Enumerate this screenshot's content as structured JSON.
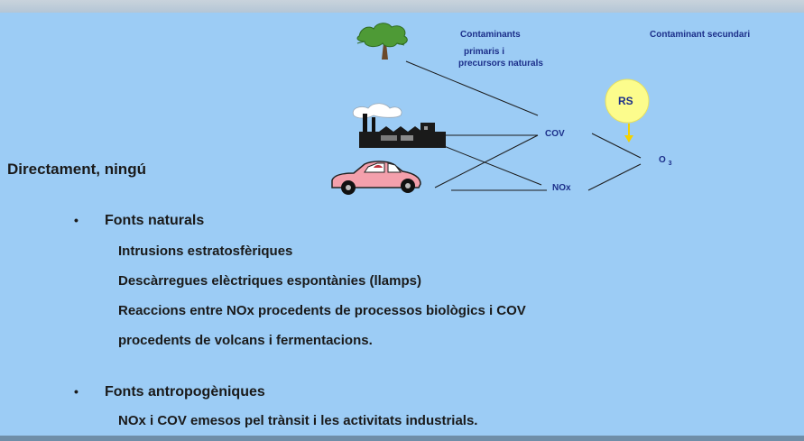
{
  "diagram": {
    "labels": {
      "primary_l1": "Contaminants",
      "primary_l2": "primaris i",
      "primary_l3": "precursors naturals",
      "secondary": "Contaminant secundari",
      "rs": "RS",
      "cov": "COV",
      "nox": "NOx",
      "o3": "O",
      "o3_sub": "3"
    },
    "icons": [
      "tree-icon",
      "factory-icon",
      "car-icon",
      "sun-icon",
      "arrow-down-icon"
    ],
    "colors": {
      "label": "#1c2f8a",
      "sun": "#fcfc8c",
      "arrow": "#f2d200",
      "background": "#9cccf5"
    }
  },
  "content": {
    "heading": "Directament, ningú",
    "bullets": [
      {
        "title": "Fonts naturals",
        "items": [
          "Intrusions estratosfèriques",
          "Descàrregues elèctriques espontànies (llamps)",
          "Reaccions entre NOx procedents de processos biològics i COV",
          "procedents de volcans i fermentacions."
        ]
      },
      {
        "title": "Fonts antropogèniques",
        "items": [
          "NOx i COV emesos pel trànsit i les activitats industrials."
        ]
      }
    ]
  }
}
